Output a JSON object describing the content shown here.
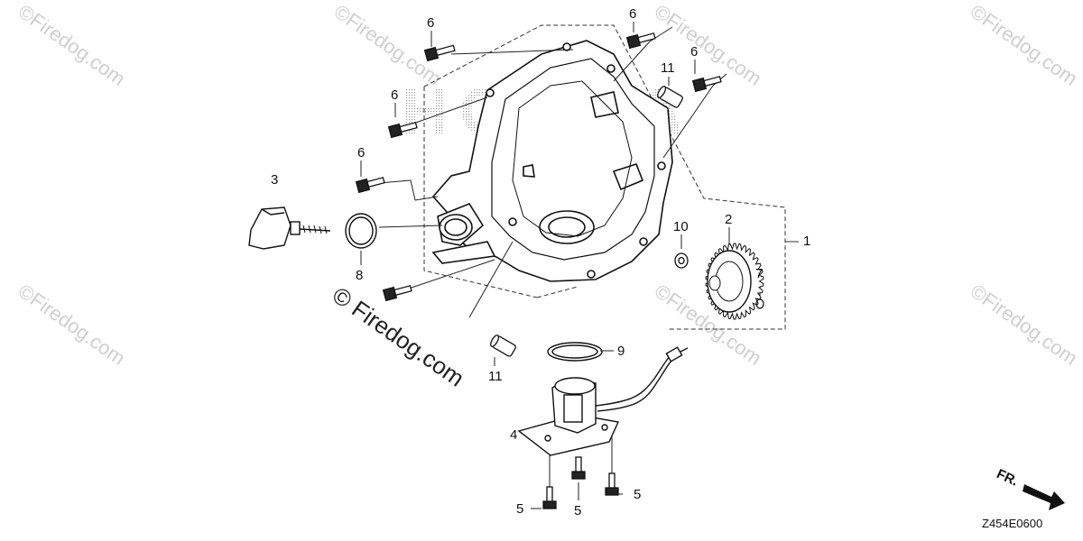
{
  "diagram": {
    "callouts": {
      "c1": "1",
      "c2": "2",
      "c3": "3",
      "c4": "4",
      "c5a": "5",
      "c5b": "5",
      "c5c": "5",
      "c6a": "6",
      "c6b": "6",
      "c6c": "6",
      "c6d": "6",
      "c6e": "6",
      "c7": "7",
      "c8": "8",
      "c9": "9",
      "c10": "10",
      "c11a": "11",
      "c11b": "11"
    },
    "fr_label": "FR.",
    "diagram_code": "Z454E0600",
    "watermark": "©Firedog.com",
    "watermark_center": "© Firedog.com",
    "bg_letters": "HONDA"
  }
}
